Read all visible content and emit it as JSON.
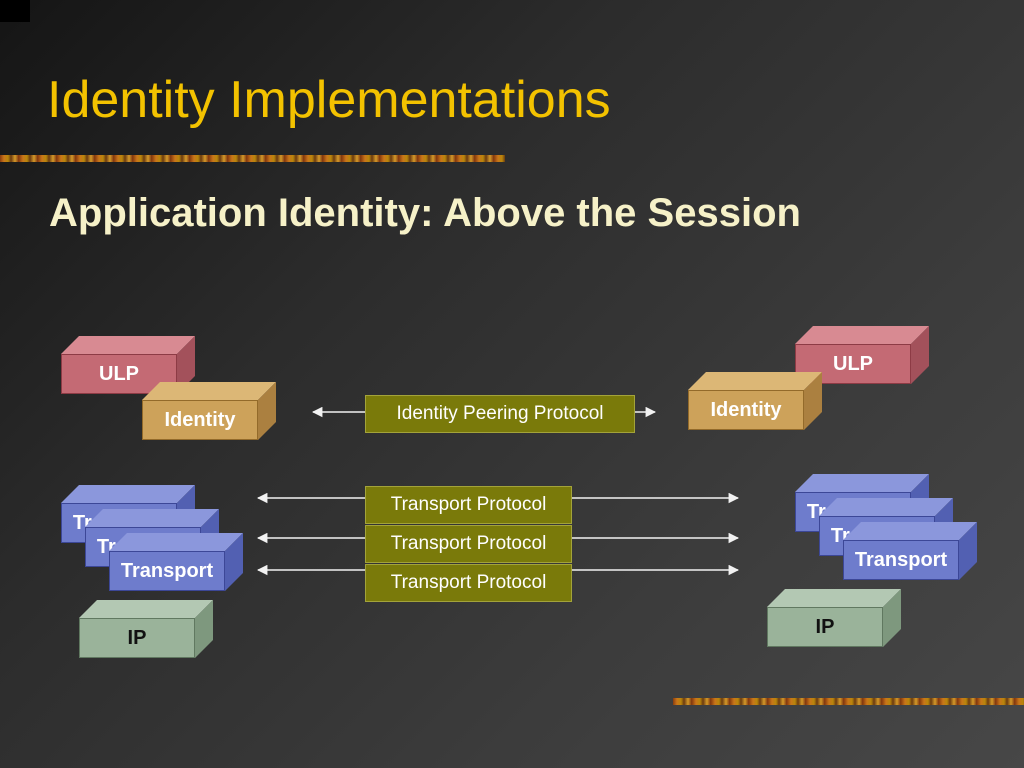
{
  "slide": {
    "title": "Identity Implementations",
    "subtitle": "Application Identity: Above the Session"
  },
  "left_stack": {
    "ulp": "ULP",
    "identity": "Identity",
    "transports": [
      "Transport",
      "Transport",
      "Transport"
    ],
    "ip": "IP"
  },
  "right_stack": {
    "ulp": "ULP",
    "identity": "Identity",
    "transports": [
      "Transport",
      "Transport",
      "Transport"
    ],
    "ip": "IP"
  },
  "links": {
    "identity_peering": "Identity Peering Protocol",
    "transport": [
      "Transport Protocol",
      "Transport Protocol",
      "Transport Protocol"
    ]
  },
  "colors": {
    "title": "#f3c200",
    "subtitle": "#f6f1c8",
    "ulp": "#c46a74",
    "identity": "#cda25a",
    "transport": "#6e7ccc",
    "ip": "#9ab39a",
    "protocol_label": "#7a7a0a"
  }
}
